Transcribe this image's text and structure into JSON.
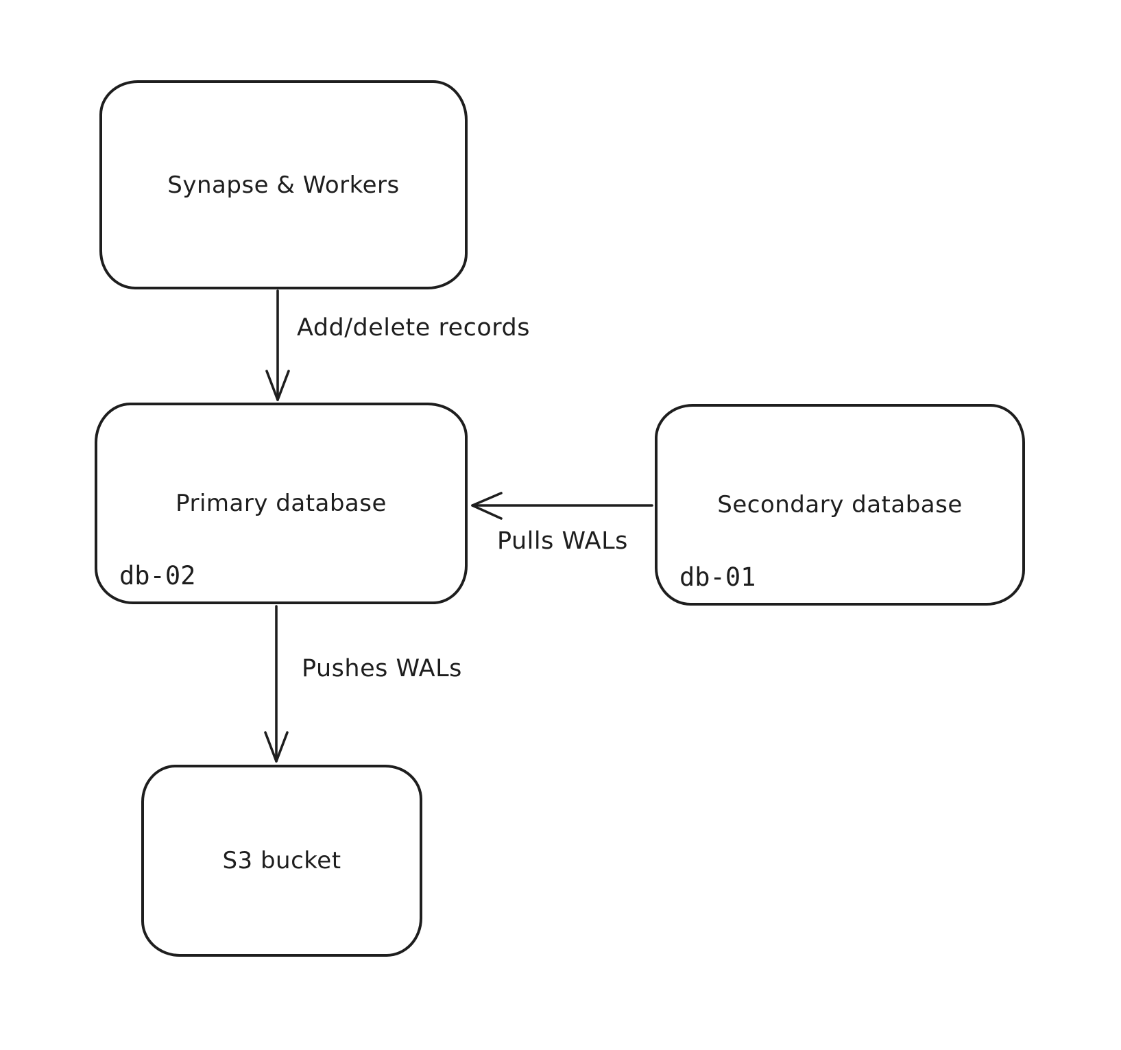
{
  "diagram": {
    "background": "#ffffff",
    "stroke_color": "#1e1e1e",
    "nodes": {
      "synapse_workers": {
        "label": "Synapse & Workers"
      },
      "primary_database": {
        "label": "Primary database",
        "tag": "db-02"
      },
      "secondary_database": {
        "label": "Secondary database",
        "tag": "db-01"
      },
      "s3_bucket": {
        "label": "S3 bucket"
      }
    },
    "edges": {
      "add_delete_records": {
        "label": "Add/delete records",
        "from": "synapse_workers",
        "to": "primary_database"
      },
      "pulls_wals": {
        "label": "Pulls WALs",
        "from": "secondary_database",
        "to": "primary_database"
      },
      "pushes_wals": {
        "label": "Pushes WALs",
        "from": "primary_database",
        "to": "s3_bucket"
      }
    }
  }
}
